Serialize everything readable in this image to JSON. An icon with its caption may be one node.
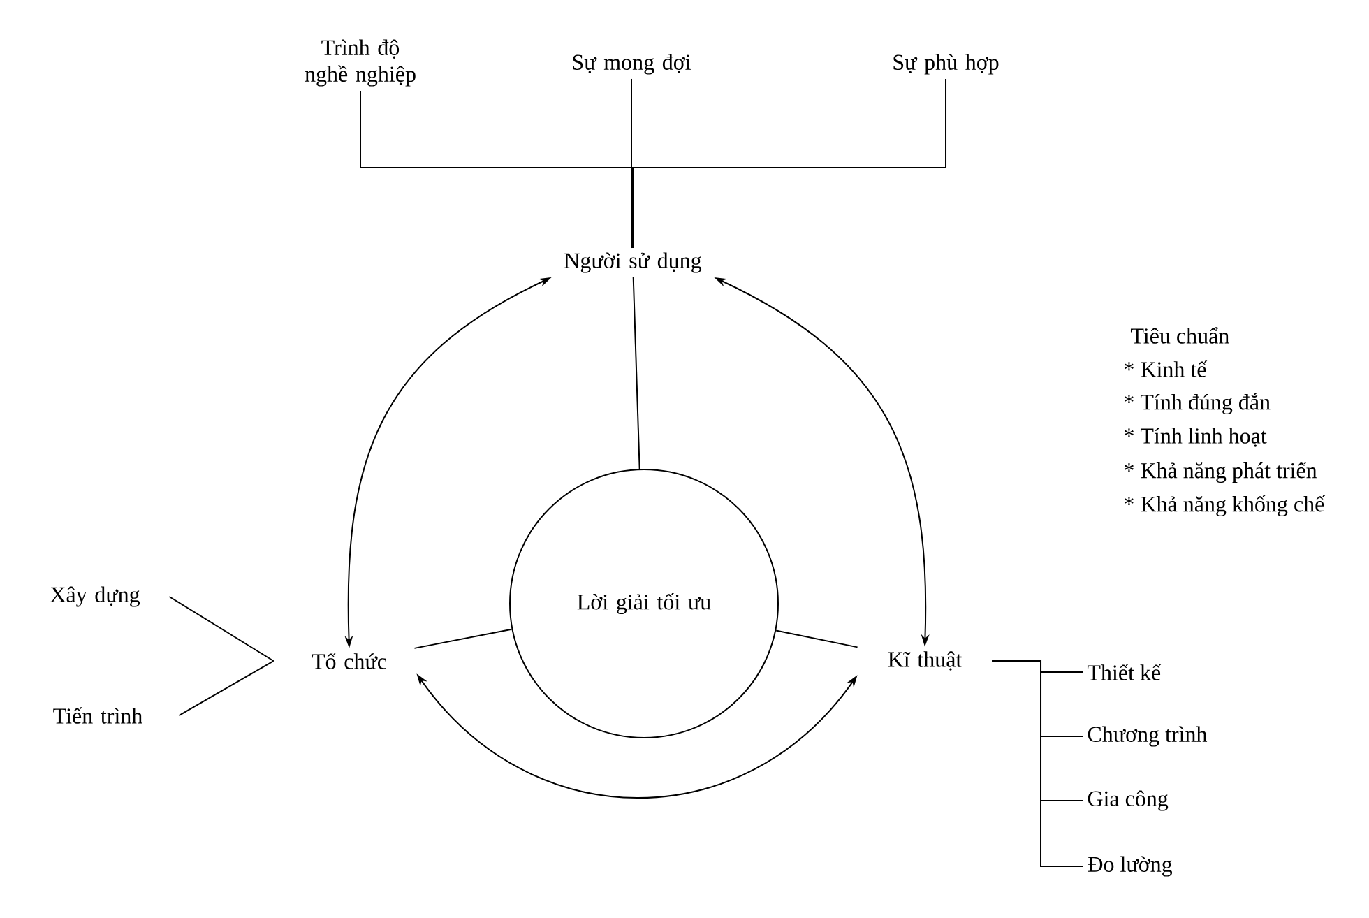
{
  "diagram": {
    "nodes": [
      {
        "text": [
          "Trình độ nghề nghiệp"
        ]
      },
      {
        "text": [
          "Sự mong đợi"
        ]
      },
      {
        "text": [
          "Sự phù hợp"
        ]
      },
      {
        "text": [
          "Người sử dụng"
        ]
      },
      {
        "text": [
          "Lời giải tối ưu"
        ]
      },
      {
        "text": [
          "Tổ chức"
        ]
      },
      {
        "text": [
          "Kĩ thuật"
        ]
      },
      {
        "text": [
          "Xây dựng"
        ]
      },
      {
        "text": [
          "Tiến trình"
        ]
      },
      {
        "text": [
          "Thiết kế"
        ]
      },
      {
        "text": [
          "Chương trình"
        ]
      },
      {
        "text": [
          "Gia công"
        ]
      },
      {
        "text": [
          "Đo lường"
        ]
      }
    ],
    "edges": [
      {
        "from": 0,
        "to": 3,
        "arrow": "none"
      },
      {
        "from": 1,
        "to": 3,
        "arrow": "none"
      },
      {
        "from": 2,
        "to": 3,
        "arrow": "none"
      },
      {
        "from": 3,
        "to": 4,
        "arrow": "none"
      },
      {
        "from": 5,
        "to": 4,
        "arrow": "none"
      },
      {
        "from": 6,
        "to": 4,
        "arrow": "none"
      },
      {
        "from": 3,
        "to": 5,
        "arrow": "both"
      },
      {
        "from": 3,
        "to": 6,
        "arrow": "both"
      },
      {
        "from": 5,
        "to": 6,
        "arrow": "both"
      },
      {
        "from": 7,
        "to": 5,
        "arrow": "none"
      },
      {
        "from": 8,
        "to": 5,
        "arrow": "none"
      },
      {
        "from": 6,
        "to": 9,
        "arrow": "none"
      },
      {
        "from": 6,
        "to": 10,
        "arrow": "none"
      },
      {
        "from": 6,
        "to": 11,
        "arrow": "none"
      },
      {
        "from": 6,
        "to": 12,
        "arrow": "none"
      }
    ],
    "labels": [
      "Tiêu chuẩn",
      "* Kinh tế",
      "* Tính đúng đắn",
      "* Tính linh hoạt",
      "* Khả năng phát triển",
      "* Khả năng khống chế"
    ]
  }
}
